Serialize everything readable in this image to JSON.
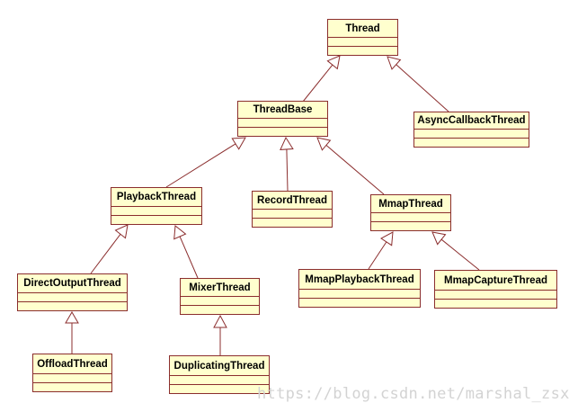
{
  "diagram": {
    "type": "uml-class-inheritance",
    "classes": [
      {
        "name": "Thread"
      },
      {
        "name": "ThreadBase"
      },
      {
        "name": "AsyncCallbackThread"
      },
      {
        "name": "PlaybackThread"
      },
      {
        "name": "RecordThread"
      },
      {
        "name": "MmapThread"
      },
      {
        "name": "DirectOutputThread"
      },
      {
        "name": "MixerThread"
      },
      {
        "name": "MmapPlaybackThread"
      },
      {
        "name": "MmapCaptureThread"
      },
      {
        "name": "OffloadThread"
      },
      {
        "name": "DuplicatingThread"
      }
    ],
    "relations": [
      {
        "child": "ThreadBase",
        "parent": "Thread",
        "type": "inheritance"
      },
      {
        "child": "AsyncCallbackThread",
        "parent": "Thread",
        "type": "inheritance"
      },
      {
        "child": "PlaybackThread",
        "parent": "ThreadBase",
        "type": "inheritance"
      },
      {
        "child": "RecordThread",
        "parent": "ThreadBase",
        "type": "inheritance"
      },
      {
        "child": "MmapThread",
        "parent": "ThreadBase",
        "type": "inheritance"
      },
      {
        "child": "DirectOutputThread",
        "parent": "PlaybackThread",
        "type": "inheritance"
      },
      {
        "child": "MixerThread",
        "parent": "PlaybackThread",
        "type": "inheritance"
      },
      {
        "child": "OffloadThread",
        "parent": "DirectOutputThread",
        "type": "inheritance"
      },
      {
        "child": "DuplicatingThread",
        "parent": "MixerThread",
        "type": "inheritance"
      },
      {
        "child": "MmapPlaybackThread",
        "parent": "MmapThread",
        "type": "inheritance"
      },
      {
        "child": "MmapCaptureThread",
        "parent": "MmapThread",
        "type": "inheritance"
      }
    ],
    "colors": {
      "class_fill": "#ffffce",
      "class_border": "#8b2e2e",
      "class_text": "#000000",
      "edge_line": "#8b2e2e",
      "background": "#ffffff",
      "watermark_text": "#d3d3d3"
    }
  },
  "watermark": {
    "text": "https://blog.csdn.net/marshal_zsx"
  }
}
